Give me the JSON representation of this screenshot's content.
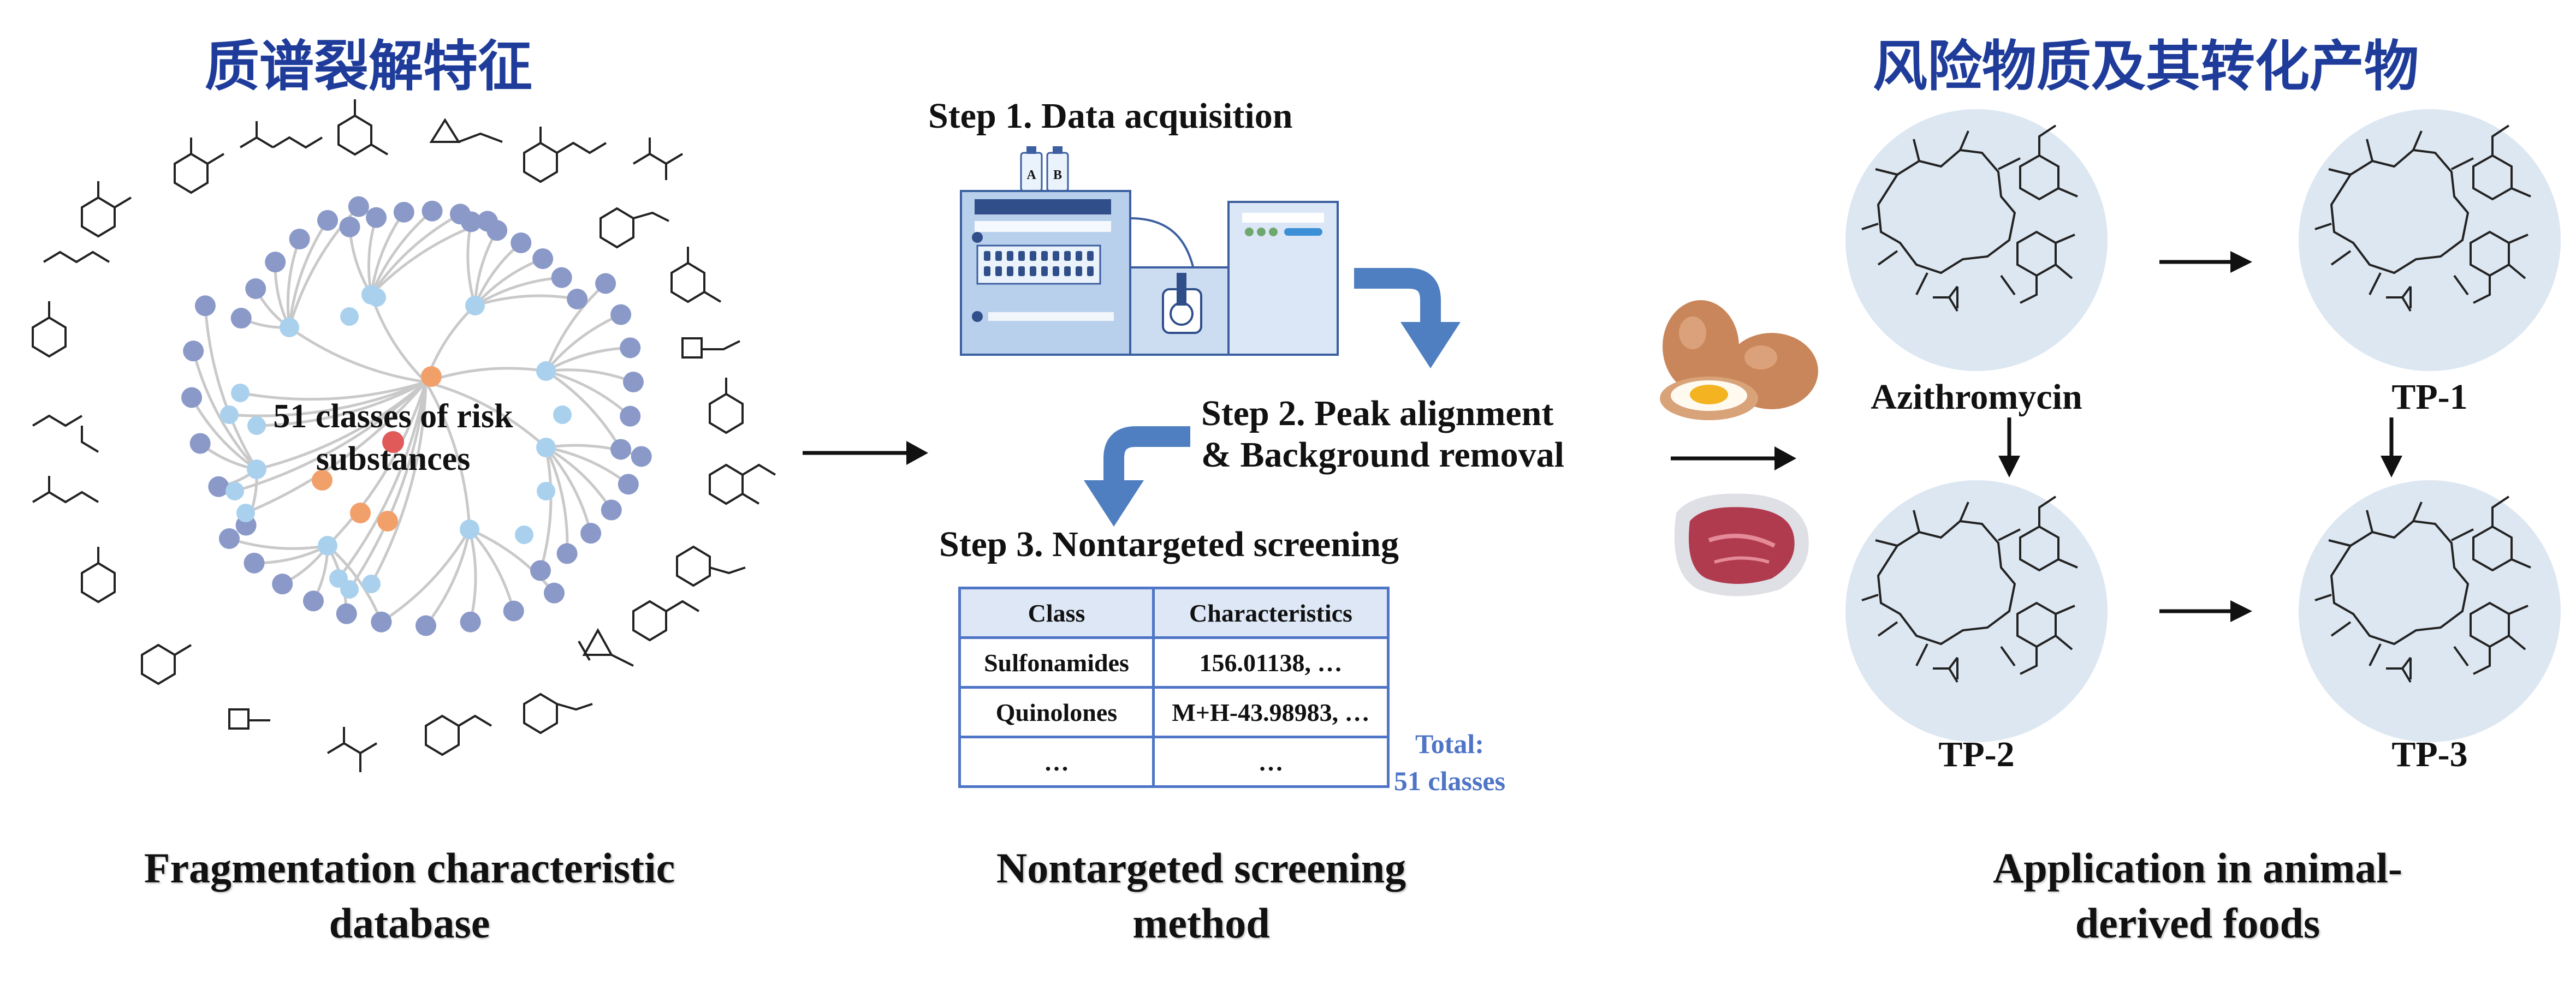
{
  "headers": {
    "left_cn": "质谱裂解特征",
    "right_cn": "风险物质及其转化产物"
  },
  "left_panel": {
    "center_label_line1": "51 classes of risk",
    "center_label_line2": "substances",
    "caption_line1": "Fragmentation characteristic",
    "caption_line2": "database"
  },
  "middle_panel": {
    "step1": "Step 1. Data acquisition",
    "step2_line1": "Step 2. Peak alignment",
    "step2_line2": "& Background removal",
    "step3": "Step 3. Nontargeted screening",
    "bottle_a": "A",
    "bottle_b": "B",
    "table": {
      "headers": [
        "Class",
        "Characteristics"
      ],
      "rows": [
        [
          "Sulfonamides",
          "156.01138, …"
        ],
        [
          "Quinolones",
          "M+H-43.98983, …"
        ],
        [
          "…",
          "…"
        ]
      ]
    },
    "total_line1": "Total:",
    "total_line2": "51 classes",
    "caption_line1": "Nontargeted screening",
    "caption_line2": "method"
  },
  "right_panel": {
    "compounds": [
      "Azithromycin",
      "TP-1",
      "TP-2",
      "TP-3"
    ],
    "caption_line1": "Application in animal-",
    "caption_line2": "derived foods"
  },
  "colors": {
    "header_blue": "#1f3c9a",
    "node_dark": "#8a99c8",
    "node_light": "#a9d1ee",
    "node_orange": "#f2a06a",
    "node_red": "#e05a5a",
    "flow_arrow": "#4f7fc0",
    "table_border": "#4f75c7",
    "bubble": "#dde7f1"
  }
}
